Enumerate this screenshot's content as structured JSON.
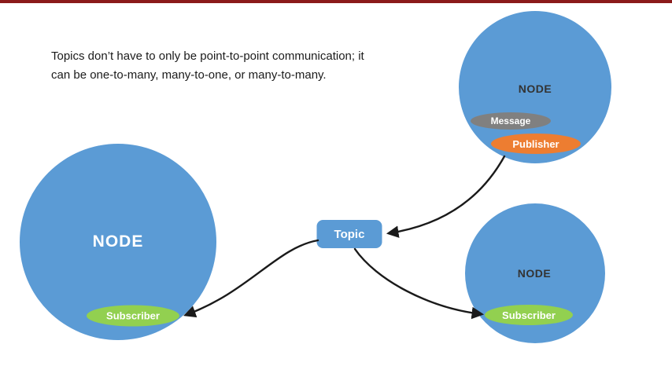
{
  "description": {
    "line1": "Topics don’t have to only be point-to-point communication; it",
    "line2": "can be one-to-many, many-to-one, or many-to-many."
  },
  "nodes": {
    "left": {
      "label": "NODE",
      "subscriber_label": "Subscriber"
    },
    "top_right": {
      "label": "NODE",
      "message_label": "Message",
      "publisher_label": "Publisher"
    },
    "bottom_right": {
      "label": "NODE",
      "subscriber_label": "Subscriber"
    }
  },
  "topic": {
    "label": "Topic"
  },
  "colors": {
    "node_blue": "#5B9BD5",
    "subscriber_green": "#92D050",
    "publisher_orange": "#ED7D31",
    "message_gray": "#808080",
    "arrow_black": "#1a1a1a",
    "top_bar_red": "#8B1A1A"
  }
}
